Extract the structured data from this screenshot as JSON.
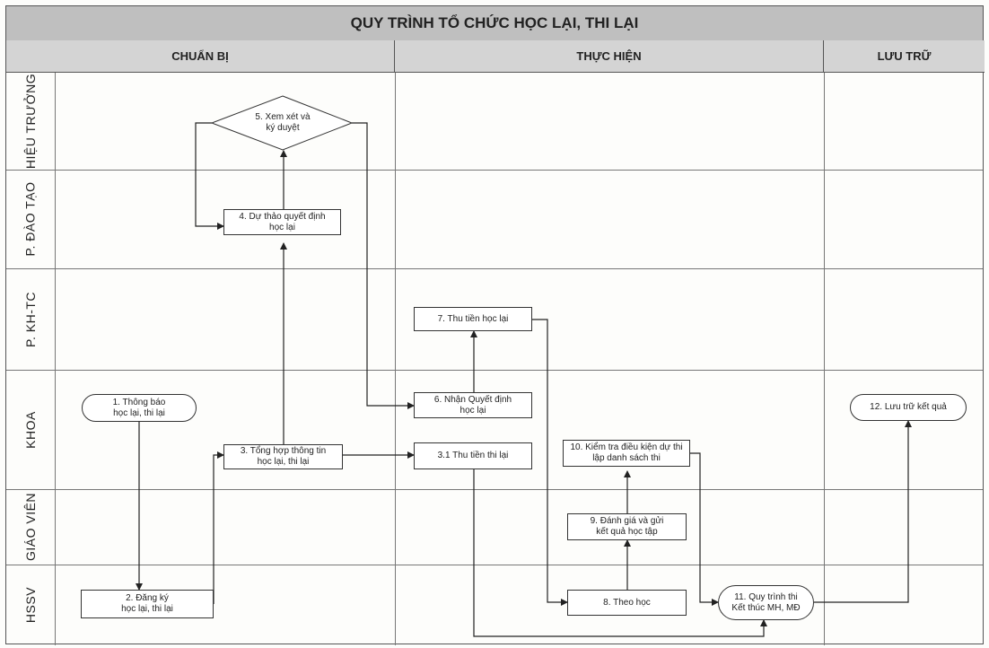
{
  "title": "QUY TRÌNH TỔ CHỨC HỌC LẠI, THI LẠI",
  "phases": [
    "CHUẨN BỊ",
    "THỰC HIỆN",
    "LƯU TRỮ"
  ],
  "lanes": [
    "HIỆU TRƯỞNG",
    "P. ĐÀO TẠO",
    "P. KH-TC",
    "KHOA",
    "GIÁO VIÊN",
    "HSSV"
  ],
  "nodes": {
    "n1": "1. Thông báo\nhọc lại, thi lại",
    "n2": "2. Đăng ký\nhọc lại, thi lại",
    "n3": "3. Tổng hợp thông tin\nhọc lại, thi lại",
    "n31": "3.1 Thu tiền thi lại",
    "n4": "4. Dự thảo quyết định\nhọc lại",
    "n5": "5. Xem xét và\nký duyệt",
    "n6": "6. Nhận Quyết định\nhọc lại",
    "n7": "7. Thu tiền học lại",
    "n8": "8. Theo học",
    "n9": "9. Đánh giá và gửi\nkết quả học tập",
    "n10": "10. Kiểm tra điều kiện dự thi\nlập danh sách thi",
    "n11": "11. Quy trình thi\nKết thúc MH, MĐ",
    "n12": "12. Lưu trữ kết quả"
  }
}
